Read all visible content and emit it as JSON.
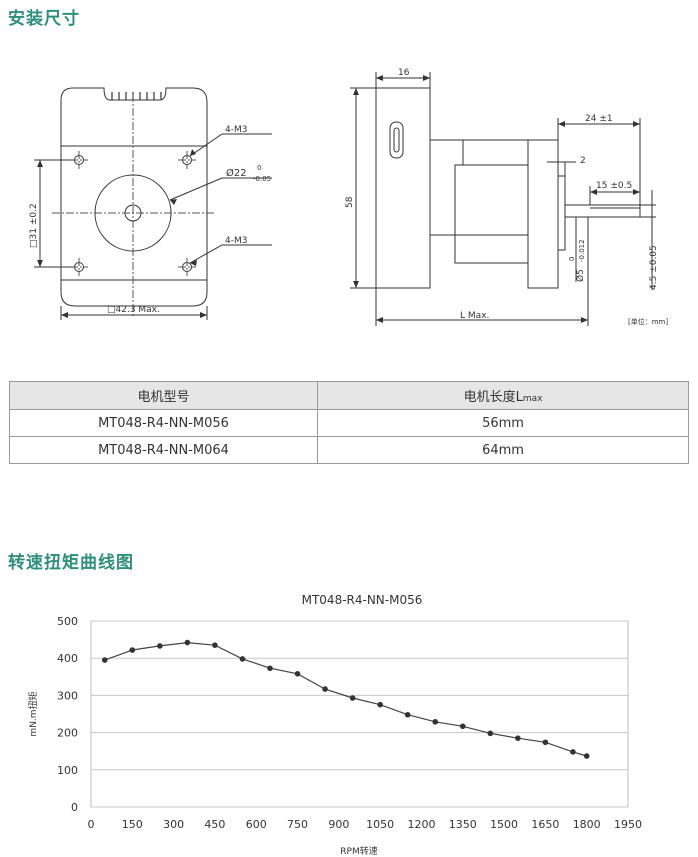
{
  "sections": {
    "dimensions_title": "安装尺寸",
    "curve_title": "转速扭矩曲线图"
  },
  "drawing": {
    "front": {
      "screw_label_top": "4-M3",
      "screw_label_bottom": "4-M3",
      "boss_diameter": "Ø22",
      "boss_tol_upper": "0",
      "boss_tol_lower": "-0.05",
      "hole_spacing": "□31 ±0.2",
      "body_size": "□42.3 Max."
    },
    "side": {
      "dim_16": "16",
      "dim_58": "58",
      "dim_24": "24 ±1",
      "dim_2": "2",
      "dim_15": "15 ±0.5",
      "shaft_diameter": "Ø5",
      "shaft_tol_upper": "0",
      "shaft_tol_lower": "-0.012",
      "dim_flat": "4.5 ±0.05",
      "length": "L Max."
    },
    "unit_note": "[单位：mm]"
  },
  "table": {
    "headers": [
      "电机型号",
      "电机长度L"
    ],
    "header_sub": "max",
    "rows": [
      [
        "MT048-R4-NN-M056",
        "56mm"
      ],
      [
        "MT048-R4-NN-M064",
        "64mm"
      ]
    ]
  },
  "chart_data": {
    "type": "line",
    "title": "MT048-R4-NN-M056",
    "xlabel": "RPM转速",
    "ylabel": "mN.m扭矩",
    "xlim": [
      0,
      1950
    ],
    "ylim": [
      0,
      500
    ],
    "xticks": [
      0,
      150,
      300,
      450,
      600,
      750,
      900,
      1050,
      1200,
      1350,
      1500,
      1650,
      1800,
      1950
    ],
    "yticks": [
      0,
      100,
      200,
      300,
      400,
      500
    ],
    "grid": "horizontal",
    "series": [
      {
        "x": [
          50,
          150,
          250,
          350,
          450,
          550,
          650,
          750,
          850,
          950,
          1050,
          1150,
          1250,
          1350,
          1450,
          1550,
          1650,
          1750,
          1800
        ],
        "y": [
          395,
          422,
          433,
          442,
          435,
          398,
          373,
          358,
          317,
          293,
          275,
          248,
          229,
          217,
          198,
          185,
          174,
          148,
          137
        ]
      }
    ],
    "colors": {
      "line": "#444444",
      "marker": "#333333"
    }
  }
}
